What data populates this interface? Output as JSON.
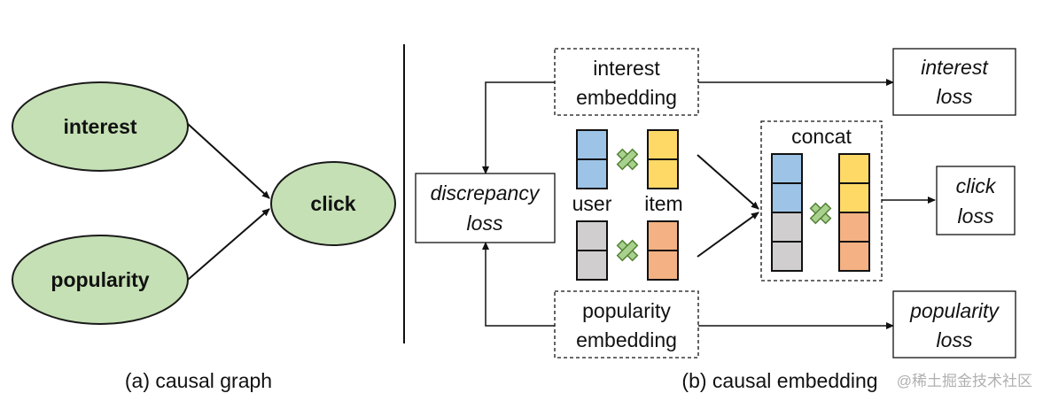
{
  "colors": {
    "node_fill": "#c5e0b4",
    "node_stroke": "#1a1a1a",
    "user_blue": "#9dc3e6",
    "item_yellow": "#ffd966",
    "gray": "#d0cece",
    "orange": "#f4b183",
    "cross_green": "#a9d18e",
    "cross_dark": "#548235"
  },
  "graph": {
    "nodes": {
      "interest": "interest",
      "popularity": "popularity",
      "click": "click"
    },
    "caption": "(a) causal graph"
  },
  "embedding": {
    "interest_embedding": [
      "interest",
      "embedding"
    ],
    "popularity_embedding": [
      "popularity",
      "embedding"
    ],
    "discrepancy_loss": [
      "discrepancy",
      "loss"
    ],
    "interest_loss": [
      "interest",
      "loss"
    ],
    "click_loss": [
      "click",
      "loss"
    ],
    "popularity_loss": [
      "popularity",
      "loss"
    ],
    "user_label": "user",
    "item_label": "item",
    "concat_label": "concat",
    "caption": "(b) causal embedding"
  },
  "watermark": "@稀土掘金技术社区"
}
